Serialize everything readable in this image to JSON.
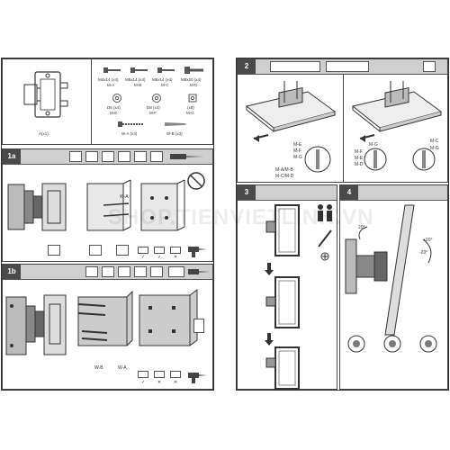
{
  "parts": {
    "bracket_label": "A(x1)",
    "screws_row1": [
      {
        "size": "M4x14 (x4)",
        "code": "M-A"
      },
      {
        "size": "M5x14 (x4)",
        "code": "M-B"
      },
      {
        "size": "M6x14 (x4)",
        "code": "M-C"
      },
      {
        "size": "M8x20 (x4)",
        "code": "M-D"
      }
    ],
    "washers": [
      {
        "size": "D6 (x4)",
        "code": "M-E"
      },
      {
        "size": "D8 (x4)",
        "code": "M-F"
      },
      {
        "size": "(x8)",
        "code": "M-G"
      }
    ],
    "anchors": [
      {
        "size": "W-A (x3)"
      },
      {
        "size": "W-B (x3)"
      }
    ]
  },
  "steps": {
    "s1a": "1a",
    "s1b": "1b",
    "s2": "2",
    "s3": "3",
    "s4": "4",
    "s1a_labels": {
      "wa": "W-A"
    },
    "s1b_labels": {
      "wb": "W-B",
      "wa": "W-A"
    },
    "s2_labels_left": {
      "me": "M-E",
      "mf": "M-F",
      "mg": "M-G",
      "mab": "M-A/M-B",
      "mcd": "M-C/M-D"
    },
    "s2_labels_right": {
      "mg1": "M-G",
      "mf": "M-F",
      "me": "M-E",
      "md": "M-D",
      "mc": "M-C",
      "mg2": "M-G"
    },
    "s4_labels": {
      "tilt_up": "+20°",
      "tilt_down": "-20°",
      "swivel": "20°"
    },
    "check_marks": [
      "✓",
      "✓",
      "✕"
    ]
  },
  "watermark": "SHOP.TIENVIETLINH.VN"
}
